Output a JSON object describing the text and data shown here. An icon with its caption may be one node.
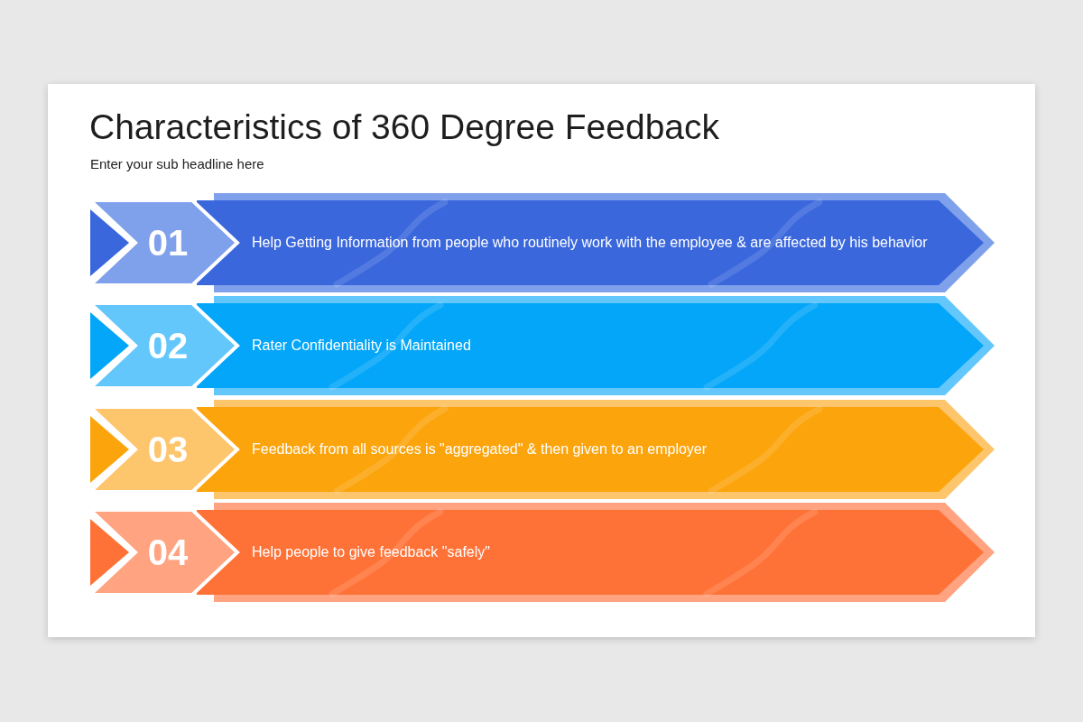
{
  "diagram": {
    "title": "Characteristics of 360 Degree Feedback",
    "nodes": [
      {
        "text": [
          "01"
        ]
      },
      {
        "text": [
          "Help Getting Information from people who routinely work with the employee & are affected by his behavior"
        ]
      },
      {
        "text": [
          "02"
        ]
      },
      {
        "text": [
          "Rater Confidentiality is Maintained"
        ]
      },
      {
        "text": [
          "03"
        ]
      },
      {
        "text": [
          "Feedback from all sources is \"aggregated\" & then given to an employer"
        ]
      },
      {
        "text": [
          "04"
        ]
      },
      {
        "text": [
          "Help people to give feedback \"safely\""
        ]
      }
    ],
    "labels": [
      "Enter your sub headline here"
    ]
  }
}
